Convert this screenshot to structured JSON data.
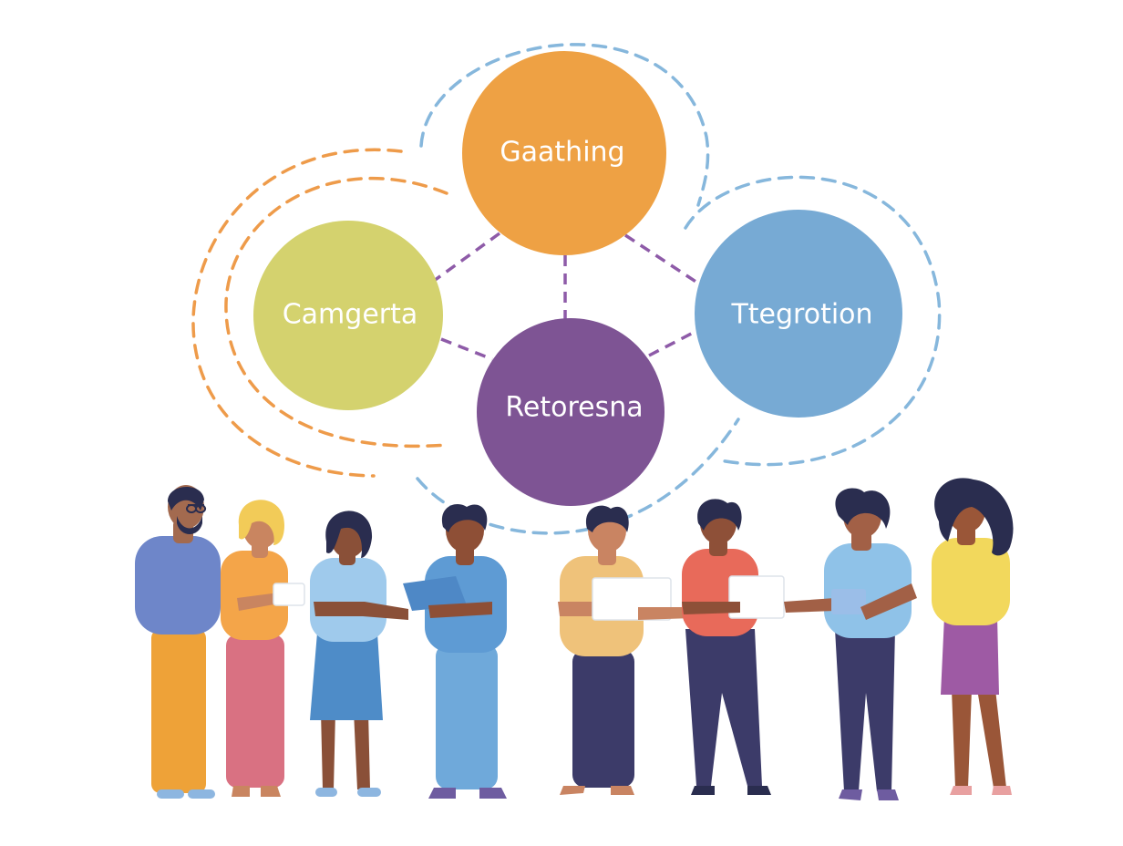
{
  "diagram": {
    "nodes": [
      {
        "id": "gathering",
        "label": "Gaathing",
        "color": "#EEA144"
      },
      {
        "id": "categorize",
        "label": "Camgerta",
        "color": "#D4D26E"
      },
      {
        "id": "integration",
        "label": "Ttegrotion",
        "color": "#77AAD4"
      },
      {
        "id": "resources",
        "label": "Retoresna",
        "color": "#7E5494"
      }
    ],
    "connector_color": "#8E5BA8",
    "orbit_colors": {
      "orange": "#EE9B4A",
      "blue": "#86B7DC"
    }
  },
  "people": [
    {
      "id": "person-1",
      "skin": "#A36A4F",
      "hair": "#2A2D4F",
      "top": "#6E86C9",
      "bottom": "#EEA238",
      "glasses": true
    },
    {
      "id": "person-2",
      "skin": "#C98560",
      "hair": "#F2CB58",
      "top": "#F4A549",
      "bottom": "#D97182"
    },
    {
      "id": "person-3",
      "skin": "#8A5038",
      "hair": "#2A2D4F",
      "top": "#9FCAEC",
      "bottom": "#4E8CC8"
    },
    {
      "id": "person-4",
      "skin": "#8E4F36",
      "hair": "#2A2D4F",
      "top": "#5E9BD4",
      "bottom": "#6FA9DA",
      "holding": "tablet"
    },
    {
      "id": "person-5",
      "skin": "#C98462",
      "hair": "#2A2D4F",
      "top": "#EFC27A",
      "bottom": "#3C3B69",
      "holding": "paper"
    },
    {
      "id": "person-6",
      "skin": "#8E5038",
      "hair": "#2A2D4F",
      "top": "#E86A5A",
      "bottom": "#3C3B69",
      "holding": "paper"
    },
    {
      "id": "person-7",
      "skin": "#A26046",
      "hair": "#2A2D4F",
      "top": "#8FC2E8",
      "bottom": "#3C3B69",
      "holding": "tablet"
    },
    {
      "id": "person-8",
      "skin": "#9A5638",
      "hair": "#2A2D4F",
      "top": "#F2D85C",
      "bottom": "#9E5AA4"
    }
  ]
}
